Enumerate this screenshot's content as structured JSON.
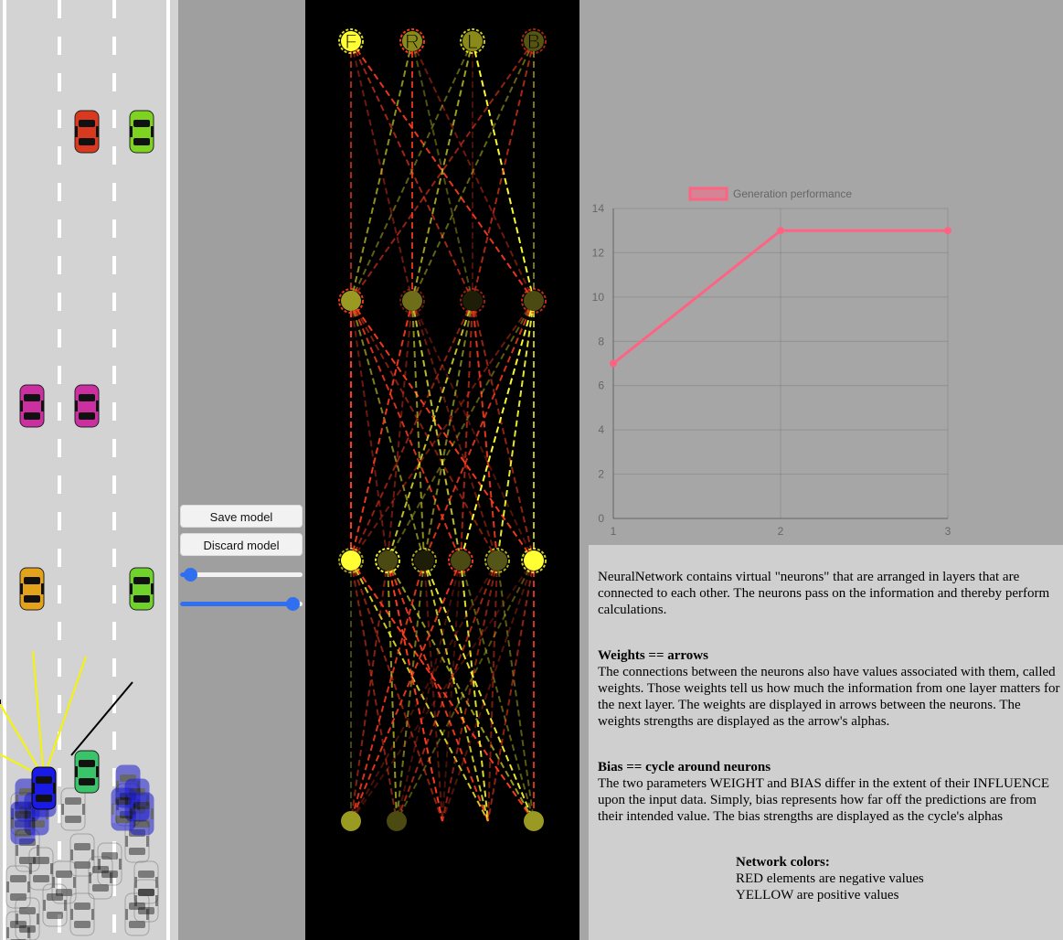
{
  "controls": {
    "save_label": "Save model",
    "discard_label": "Discard model",
    "slider1": 0.08,
    "slider2": 0.92
  },
  "network": {
    "output_labels": [
      "F",
      "R",
      "L",
      "B"
    ],
    "colors": {
      "positive": "#ffff33",
      "negative": "#ff3b1f"
    }
  },
  "chart_data": {
    "type": "line",
    "legend": "Generation performance",
    "x": [
      1,
      2,
      3
    ],
    "values": [
      7,
      13,
      13
    ],
    "ylim": [
      0,
      14
    ],
    "yticks": [
      0,
      2,
      4,
      6,
      8,
      10,
      12,
      14
    ],
    "color": "#ff6384"
  },
  "info": {
    "intro": "NeuralNetwork contains virtual \"neurons\" that are arranged in layers that are connected to each other. The neurons pass on the information and thereby perform calculations.",
    "weights_title": "Weights == arrows",
    "weights_text": "The connections between the neurons also have values associated with them, called weights. Those weights tell us how much the information from one layer matters for the next layer. The weights are displayed in arrows between the neurons. The weights strengths are displayed as the arrow's alphas.",
    "bias_title": "Bias == cycle around neurons",
    "bias_text": "The two parameters WEIGHT and BIAS differ in the extent of their INFLUENCE upon the input data. Simply, bias represents how far off the predictions are from their intended value. The bias strengths are displayed as the cycle's alphas",
    "colors_title": "Network colors:",
    "colors_red": "RED elements are negative values",
    "colors_yellow": "YELLOW are positive values"
  }
}
